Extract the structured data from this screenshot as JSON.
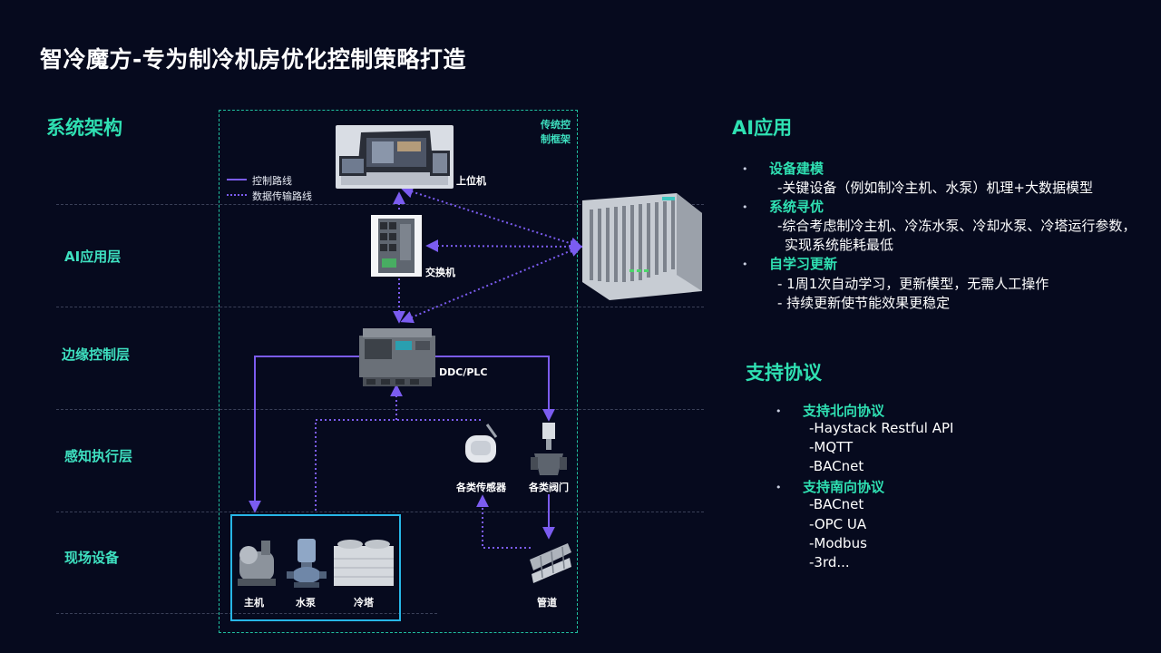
{
  "title": "智冷魔方-专为制冷机房优化控制策略打造",
  "architecture": {
    "heading": "系统架构",
    "layers": [
      "AI应用层",
      "边缘控制层",
      "感知执行层",
      "现场设备"
    ],
    "frame_label": "传统控制框架",
    "legend": {
      "control": "控制路线",
      "data": "数据传输路线"
    },
    "devices": {
      "host": "上位机",
      "switch": "交换机",
      "ddc": "DDC/PLC",
      "sensors": "各类传感器",
      "valves": "各类阀门",
      "pipe": "管道",
      "chiller": "主机",
      "pump": "水泵",
      "tower": "冷塔"
    }
  },
  "ai": {
    "heading": "AI应用",
    "items": [
      {
        "title": "设备建模",
        "lines": [
          "-关键设备（例如制冷主机、水泵）机理+大数据模型"
        ]
      },
      {
        "title": "系统寻优",
        "lines": [
          "-综合考虑制冷主机、冷冻水泵、冷却水泵、冷塔运行参数，",
          "实现系统能耗最低"
        ]
      },
      {
        "title": "自学习更新",
        "lines": [
          "- 1周1次自动学习，更新模型，无需人工操作",
          "- 持续更新使节能效果更稳定"
        ]
      }
    ]
  },
  "protocols": {
    "heading": "支持协议",
    "north": {
      "title": "支持北向协议",
      "items": [
        "-Haystack Restful API",
        "-MQTT",
        "-BACnet"
      ]
    },
    "south": {
      "title": "支持南向协议",
      "items": [
        "-BACnet",
        "-OPC UA",
        "-Modbus",
        "-3rd..."
      ]
    }
  },
  "colors": {
    "accent": "#2fe0b2",
    "arrow": "#7b5cf0",
    "frame": "#20c0a0",
    "field_box": "#27b6e6",
    "background": "#060a1e"
  }
}
